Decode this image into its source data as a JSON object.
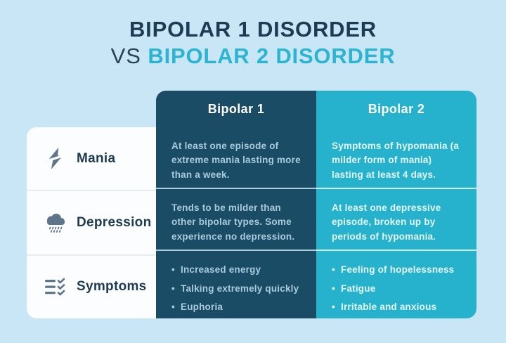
{
  "title": {
    "line1": "BIPOLAR 1 DISORDER",
    "line2_prefix": "VS",
    "line2_highlight": "BIPOLAR 2 DISORDER"
  },
  "table": {
    "columns": [
      {
        "label": "Bipolar 1"
      },
      {
        "label": "Bipolar 2"
      }
    ],
    "rows": [
      {
        "label": "Mania",
        "icon": "lightning-icon",
        "bipolar1": "At least one episode of extreme mania lasting more than a week.",
        "bipolar2": "Symptoms of hypomania (a milder form of mania) lasting at least 4 days."
      },
      {
        "label": "Depression",
        "icon": "rain-cloud-icon",
        "bipolar1": "Tends to be milder than other bipolar types. Some experience no depression.",
        "bipolar2": "At least one depressive episode, broken up by periods of hypomania."
      },
      {
        "label": "Symptoms",
        "icon": "checklist-icon",
        "bipolar1_bullets": [
          "Increased energy",
          "Talking extremely quickly",
          "Euphoria"
        ],
        "bipolar2_bullets": [
          "Feeling of hopelessness",
          "Fatigue",
          "Irritable and anxious"
        ]
      }
    ]
  },
  "colors": {
    "background": "#c8e6f5",
    "navy_column": "#1a4c66",
    "cyan_column": "#26b2cd",
    "title_dark": "#1d3b52",
    "title_cyan": "#2bb5d3",
    "label_panel": "#fbfdfe",
    "icon_gray": "#5d7489",
    "cell_text_navy_col": "#a9cadd",
    "cell_text_cyan_col": "#e4f6fa"
  }
}
